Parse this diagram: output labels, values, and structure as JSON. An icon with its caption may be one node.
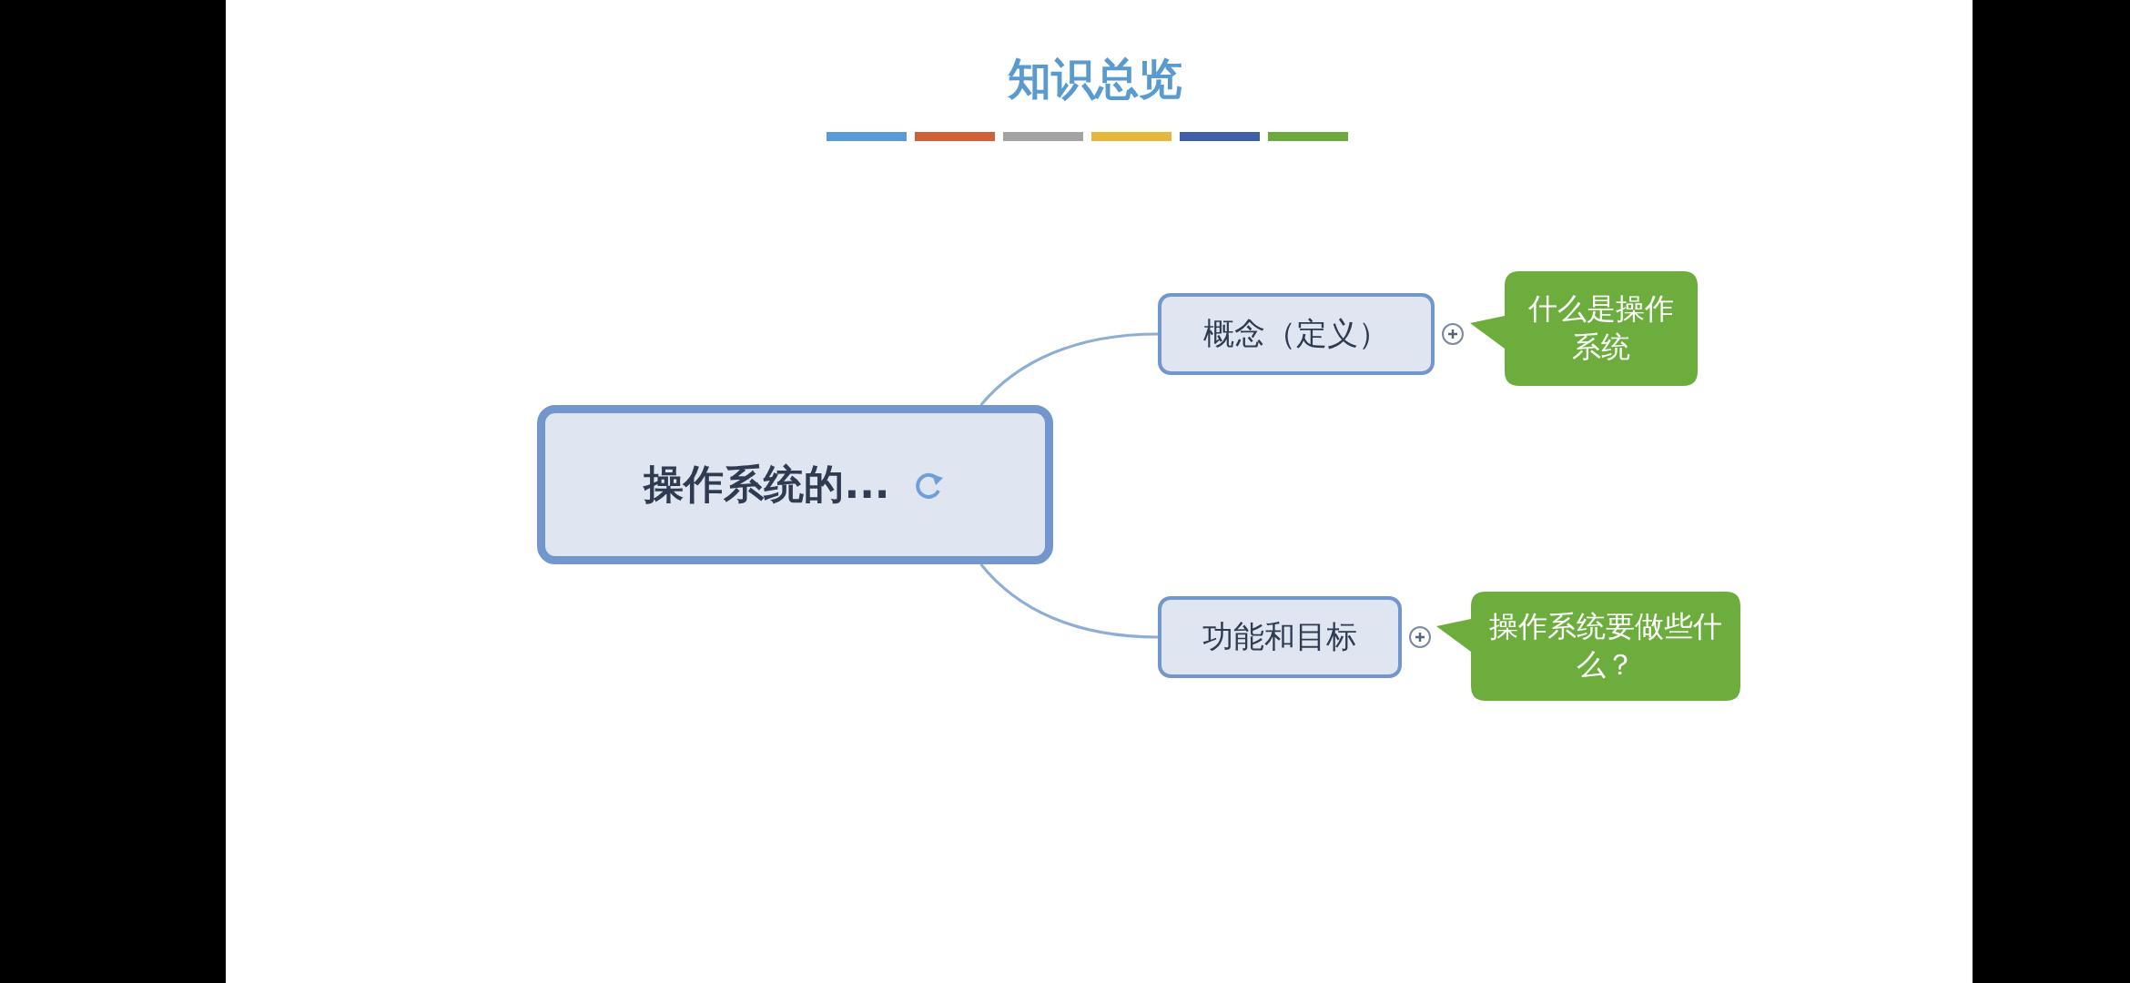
{
  "diagram": {
    "title": "知识总览",
    "nodes": [
      {
        "text": [
          "操作系统的..."
        ]
      },
      {
        "text": [
          "概念（定义）"
        ]
      },
      {
        "text": [
          "什么是操作系统"
        ]
      },
      {
        "text": [
          "功能和目标"
        ]
      },
      {
        "text": [
          "操作系统要做些什么？"
        ]
      }
    ],
    "edges": [
      {
        "from": 0,
        "to": 1,
        "arrow": "none"
      },
      {
        "from": 0,
        "to": 3,
        "arrow": "none"
      }
    ]
  }
}
